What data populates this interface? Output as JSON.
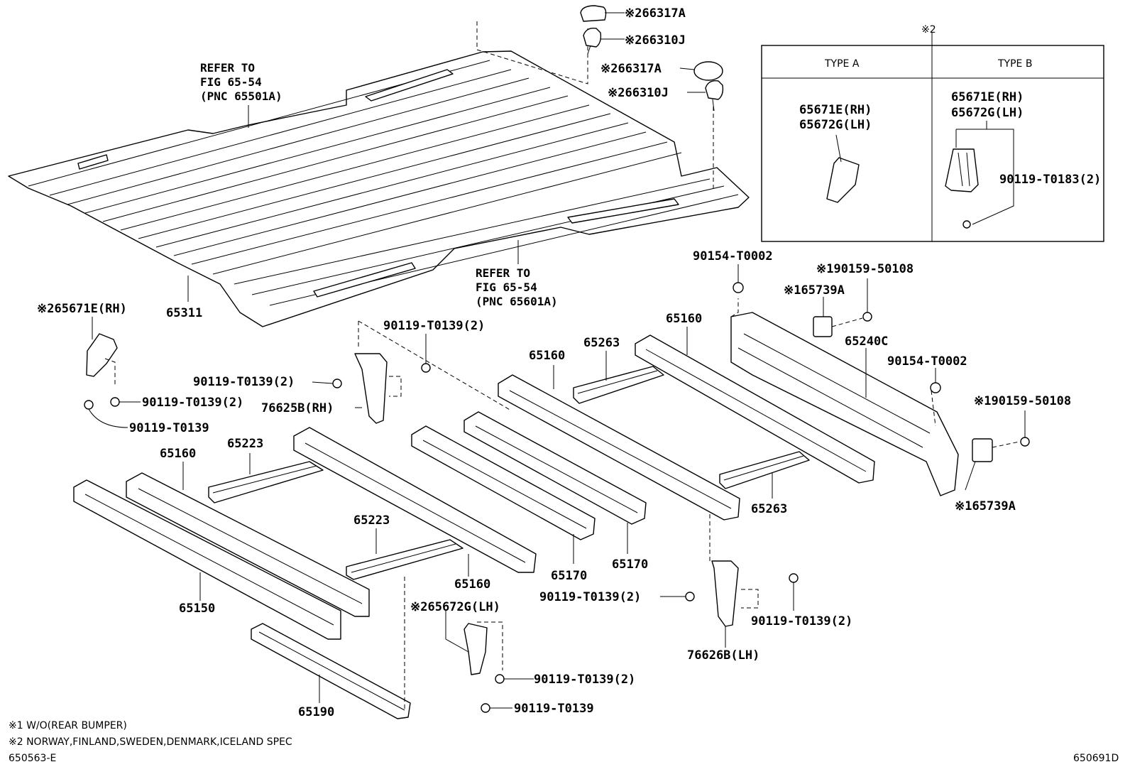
{
  "diagram": {
    "refer_rear": [
      "REFER TO",
      "FIG 65-54",
      "(PNC 65501A)"
    ],
    "refer_front": [
      "REFER TO",
      "FIG 65-54",
      "(PNC 65601A)"
    ],
    "labels": {
      "a66317A_top": "※266317A",
      "a66310J_top": "※266310J",
      "a66317A_mid": "※266317A",
      "a66310J_mid": "※266310J",
      "p65311": "65311",
      "p65671E_left": "※265671E(RH)",
      "b_t0139_2_a": "90119-T0139(2)",
      "b_t0139_2_b": "90119-T0139(2)",
      "b_t0139_2_c": "90119-T0139(2)",
      "b_t0139_a": "90119-T0139",
      "p76625B": "76625B(RH)",
      "p65160_a": "65160",
      "p65160_b": "65160",
      "p65160_c": "65160",
      "p65160_d": "65160",
      "p65223_a": "65223",
      "p65223_b": "65223",
      "p65263_a": "65263",
      "p65263_b": "65263",
      "p65150": "65150",
      "p65190": "65190",
      "p65170_a": "65170",
      "p65170_b": "65170",
      "p65672G_left": "※265672G(LH)",
      "b_t0139_2_d": "90119-T0139(2)",
      "b_t0139_b": "90119-T0139",
      "b_t0139_2_e": "90119-T0139(2)",
      "b_t0139_2_f": "90119-T0139(2)",
      "p76626B": "76626B(LH)",
      "n90154_a": "90154-T0002",
      "n90154_b": "90154-T0002",
      "n90159_a": "※190159-50108",
      "n90159_b": "※190159-50108",
      "p65739A_a": "※165739A",
      "p65739A_b": "※165739A",
      "p65240C": "65240C"
    },
    "inset": {
      "note": "※2",
      "type_a": "TYPE A",
      "type_b": "TYPE B",
      "a_rh": "65671E(RH)",
      "a_lh": "65672G(LH)",
      "b_rh": "65671E(RH)",
      "b_lh": "65672G(LH)",
      "b_bolt": "90119-T0183(2)"
    },
    "footnotes": [
      "※1 W/O(REAR BUMPER)",
      "※2 NORWAY,FINLAND,SWEDEN,DENMARK,ICELAND SPEC"
    ],
    "code_left": "650563-E",
    "code_right": "650691D"
  }
}
